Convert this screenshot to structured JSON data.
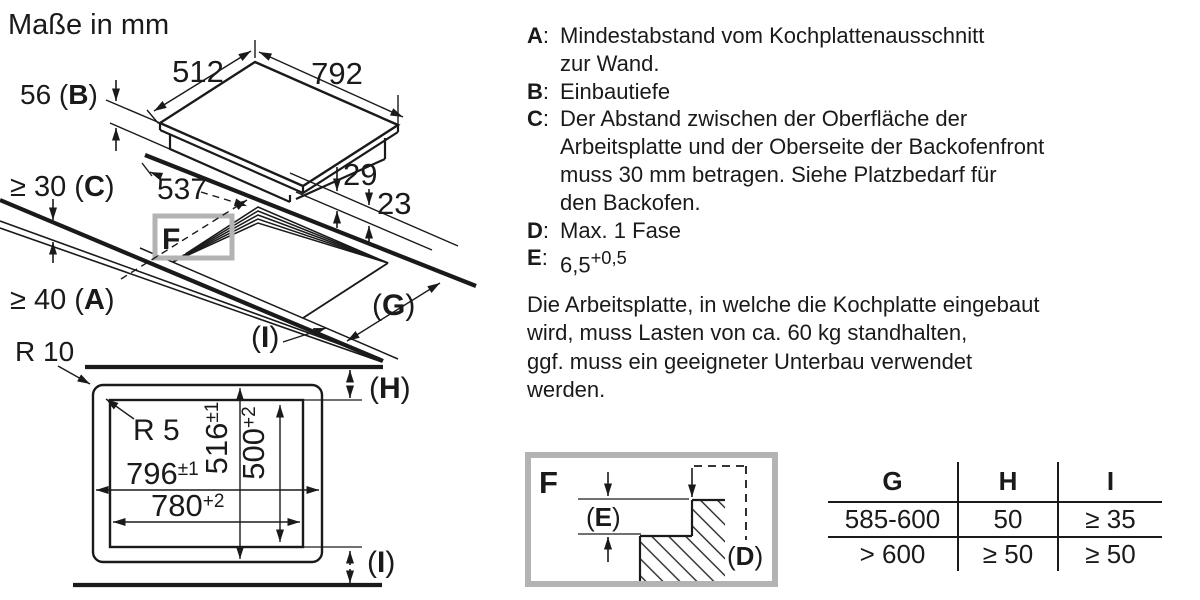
{
  "title": "Maße in mm",
  "ui": {
    "colon": ":"
  },
  "diagram": {
    "labels": {
      "d512": "512",
      "d792": "792",
      "d537": "537",
      "d29": "29",
      "d23": "23",
      "b56": {
        "pre": "56 (",
        "letter": "B",
        "post": ")"
      },
      "c30": {
        "pre": "≥ 30 (",
        "letter": "C",
        "post": ")"
      },
      "a40": {
        "pre": "≥ 40 (",
        "letter": "A",
        "post": ")"
      },
      "g": {
        "pre": "(",
        "letter": "G",
        "post": ")"
      },
      "i_iso": {
        "pre": "(",
        "letter": "I",
        "post": ")"
      },
      "h": {
        "pre": "(",
        "letter": "H",
        "post": ")"
      },
      "i_flat": {
        "pre": "(",
        "letter": "I",
        "post": ")"
      },
      "f": "F",
      "r10": "R 10",
      "r5": "R 5",
      "w796": {
        "v": "796",
        "sup": "±1"
      },
      "w780": {
        "v": "780",
        "sup": "+2"
      },
      "h516": {
        "v": "516",
        "sup": "±1"
      },
      "h500": {
        "v": "500",
        "sup": "+2"
      }
    },
    "detail": {
      "f": "F",
      "e": {
        "pre": "(",
        "letter": "E",
        "post": ")"
      },
      "d": {
        "pre": "(",
        "letter": "D",
        "post": ")"
      }
    }
  },
  "legend": [
    {
      "letter": "A",
      "text": "Mindestabstand vom Kochplattenausschnitt\nzur Wand."
    },
    {
      "letter": "B",
      "text": "Einbautiefe"
    },
    {
      "letter": "C",
      "text": "Der Abstand zwischen der Oberfläche der\nArbeitsplatte und der Oberseite der Backofenfront\nmuss 30 mm betragen. Siehe Platzbedarf für\nden Backofen."
    },
    {
      "letter": "D",
      "text": "Max. 1 Fase"
    },
    {
      "letter": "E",
      "text": "6,5",
      "sup": "+0,5"
    }
  ],
  "paragraph": "Die Arbeitsplatte, in welche die Kochplatte eingebaut\nwird, muss Lasten von ca. 60 kg standhalten,\nggf. muss ein geeigneter Unterbau verwendet\nwerden.",
  "table": {
    "headers": [
      "G",
      "H",
      "I"
    ],
    "rows": [
      [
        "585-600",
        "50",
        "≥ 35"
      ],
      [
        "> 600",
        "≥ 50",
        "≥ 50"
      ]
    ]
  },
  "colors": {
    "ink": "#1a1a1a",
    "frame": "#b3b3b3"
  }
}
